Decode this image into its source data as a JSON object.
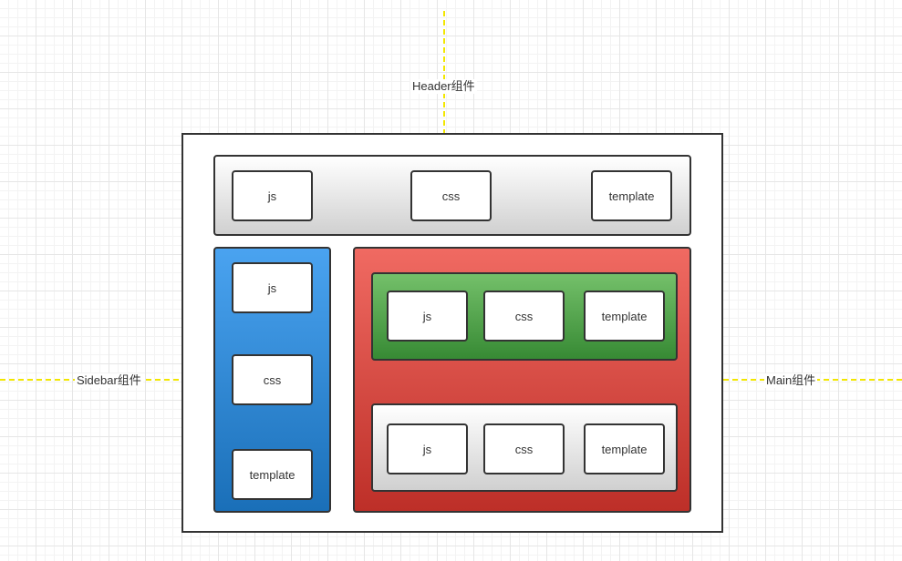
{
  "labels": {
    "header": "Header组件",
    "sidebar": "Sidebar组件",
    "main": "Main组件"
  },
  "header_panel": {
    "boxes": [
      "js",
      "css",
      "template"
    ]
  },
  "sidebar_panel": {
    "boxes": [
      "js",
      "css",
      "template"
    ]
  },
  "main_panel": {
    "green_boxes": [
      "js",
      "css",
      "template"
    ],
    "gray_boxes": [
      "js",
      "css",
      "template"
    ]
  },
  "colors": {
    "arrow": "#f2e600",
    "outline": "#333333",
    "sidebar": "#2f86d6",
    "main": "#dc4b43",
    "main_inner_top": "#4f9f47",
    "header": "#e0e0e0"
  }
}
